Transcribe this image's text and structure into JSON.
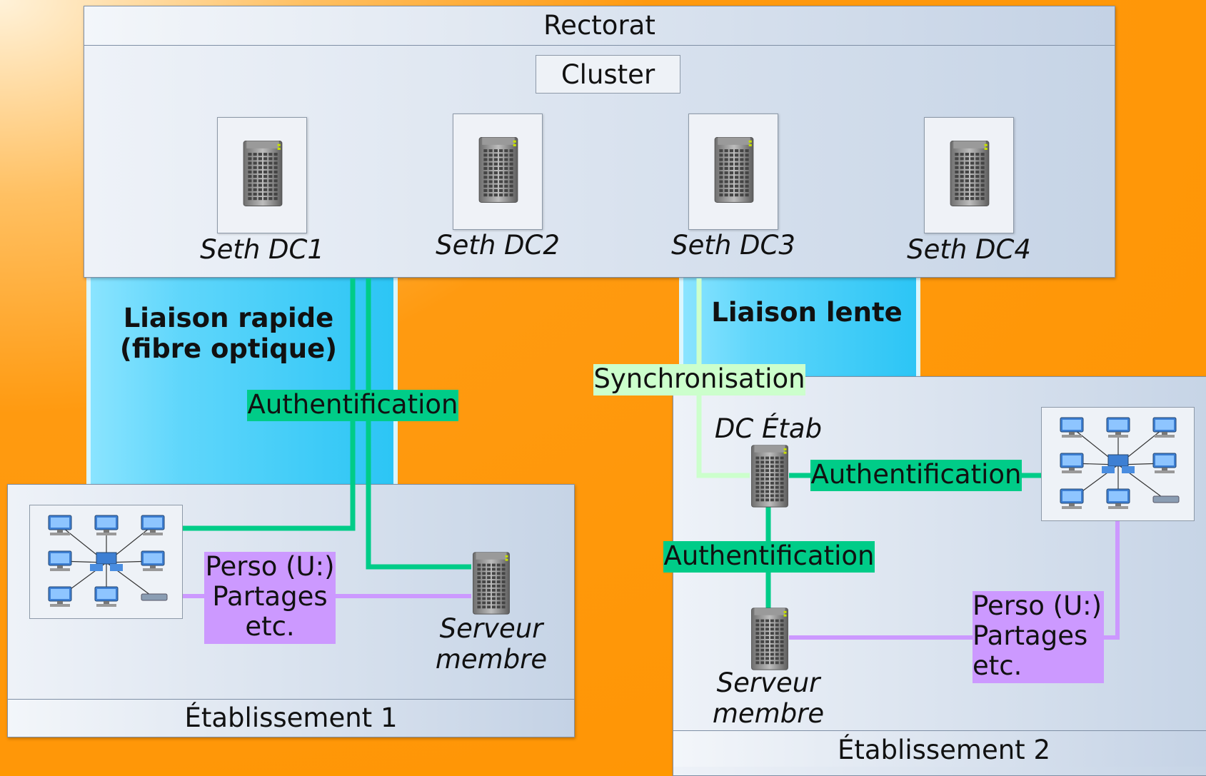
{
  "rectorat": {
    "title": "Rectorat",
    "cluster_label": "Cluster",
    "servers": [
      "Seth DC1",
      "Seth DC2",
      "Seth DC3",
      "Seth DC4"
    ]
  },
  "links": {
    "fast": "Liaison rapide\n(fibre optique)",
    "slow": "Liaison lente"
  },
  "etab1": {
    "title": "Établissement 1",
    "auth_label": "Authentification",
    "shares_label": "Perso (U:)\nPartages\netc.",
    "member_server": "Serveur\nmembre"
  },
  "etab2": {
    "title": "Établissement 2",
    "sync_label": "Synchronisation",
    "dc_label": "DC Étab",
    "auth_label_1": "Authentification",
    "auth_label_2": "Authentification",
    "shares_label": "Perso (U:)\nPartages\netc.",
    "member_server": "Serveur\nmembre"
  },
  "colors": {
    "auth": "#00cc88",
    "sync": "#ccffcc",
    "shares": "#cc99ff",
    "background": "#ff9900",
    "link_band": "#2cc5f5"
  },
  "icons": {
    "server": "server-tower-icon",
    "network": "lan-network-icon"
  }
}
